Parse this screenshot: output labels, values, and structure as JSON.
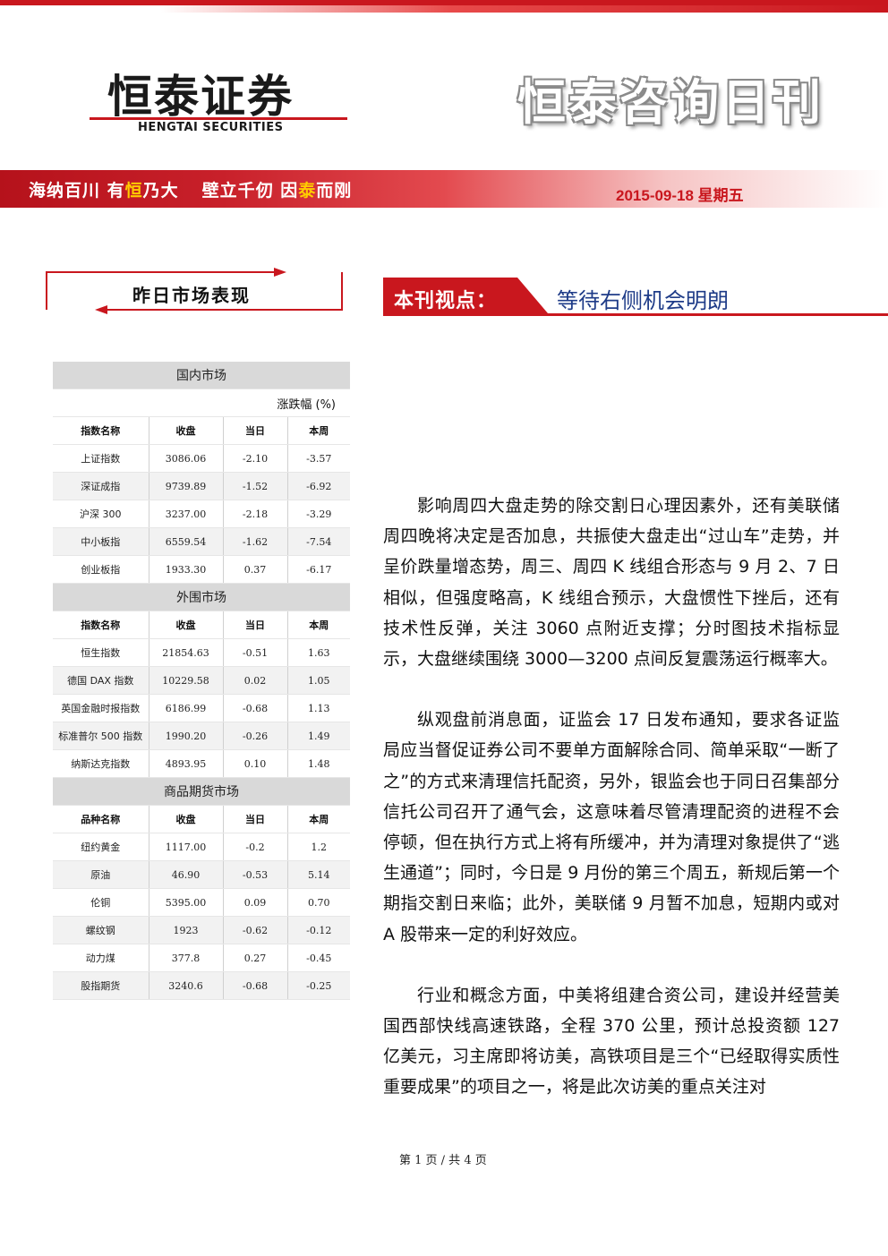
{
  "header": {
    "logo_cn": "恒泰证券",
    "logo_en": "HENGTAI SECURITIES",
    "brand_title": "恒泰咨询日刊",
    "slogan": [
      {
        "pre": "海纳百川 有",
        "hl": "恒",
        "post": "乃大"
      },
      {
        "pre": "壁立千仞 因",
        "hl": "泰",
        "post": "而刚"
      }
    ],
    "date": "2015-09-18  星期五",
    "colors": {
      "brand_red": "#c9171e",
      "highlight": "#ffcc00",
      "viewpoint_blue": "#1f3c88"
    }
  },
  "left_section": {
    "title": "昨日市场表现"
  },
  "right_section": {
    "tag": "本刊视点：",
    "viewpoint": "等待右侧机会明朗"
  },
  "market_table": {
    "domestic": {
      "title": "国内市场",
      "unit": "涨跌幅 (%)",
      "headers": [
        "指数名称",
        "收盘",
        "当日",
        "本周"
      ],
      "rows": [
        [
          "上证指数",
          "3086.06",
          "-2.10",
          "-3.57"
        ],
        [
          "深证成指",
          "9739.89",
          "-1.52",
          "-6.92"
        ],
        [
          "沪深 300",
          "3237.00",
          "-2.18",
          "-3.29"
        ],
        [
          "中小板指",
          "6559.54",
          "-1.62",
          "-7.54"
        ],
        [
          "创业板指",
          "1933.30",
          "0.37",
          "-6.17"
        ]
      ]
    },
    "foreign": {
      "title": "外围市场",
      "headers": [
        "指数名称",
        "收盘",
        "当日",
        "本周"
      ],
      "rows": [
        [
          "恒生指数",
          "21854.63",
          "-0.51",
          "1.63"
        ],
        [
          "德国 DAX 指数",
          "10229.58",
          "0.02",
          "1.05"
        ],
        [
          "英国金融时报指数",
          "6186.99",
          "-0.68",
          "1.13"
        ],
        [
          "标准普尔 500 指数",
          "1990.20",
          "-0.26",
          "1.49"
        ],
        [
          "纳斯达克指数",
          "4893.95",
          "0.10",
          "1.48"
        ]
      ]
    },
    "commodity": {
      "title": "商品期货市场",
      "headers": [
        "品种名称",
        "收盘",
        "当日",
        "本周"
      ],
      "rows": [
        [
          "纽约黄金",
          "1117.00",
          "-0.2",
          "1.2"
        ],
        [
          "原油",
          "46.90",
          "-0.53",
          "5.14"
        ],
        [
          "伦铜",
          "5395.00",
          "0.09",
          "0.70"
        ],
        [
          "螺纹钢",
          "1923",
          "-0.62",
          "-0.12"
        ],
        [
          "动力煤",
          "377.8",
          "0.27",
          "-0.45"
        ],
        [
          "股指期货",
          "3240.6",
          "-0.68",
          "-0.25"
        ]
      ]
    }
  },
  "body": {
    "paragraphs": [
      "影响周四大盘走势的除交割日心理因素外，还有美联储周四晚将决定是否加息，共振使大盘走出“过山车”走势，并呈价跌量增态势，周三、周四 K 线组合形态与 9 月 2、7 日相似，但强度略高，K 线组合预示，大盘惯性下挫后，还有技术性反弹，关注 3060 点附近支撑；分时图技术指标显示，大盘继续围绕 3000—3200 点间反复震荡运行概率大。",
      "纵观盘前消息面，证监会 17 日发布通知，要求各证监局应当督促证券公司不要单方面解除合同、简单采取“一断了之”的方式来清理信托配资，另外，银监会也于同日召集部分信托公司召开了通气会，这意味着尽管清理配资的进程不会停顿，但在执行方式上将有所缓冲，并为清理对象提供了“逃生通道”；同时，今日是 9 月份的第三个周五，新规后第一个期指交割日来临；此外，美联储 9 月暂不加息，短期内或对 A 股带来一定的利好效应。",
      "行业和概念方面，中美将组建合资公司，建设并经营美国西部快线高速铁路，全程 370 公里，预计总投资额 127 亿美元，习主席即将访美，高铁项目是三个“已经取得实质性重要成果”的项目之一，将是此次访美的重点关注对"
    ]
  },
  "footer": {
    "page": "第 1 页 / 共 4 页"
  }
}
